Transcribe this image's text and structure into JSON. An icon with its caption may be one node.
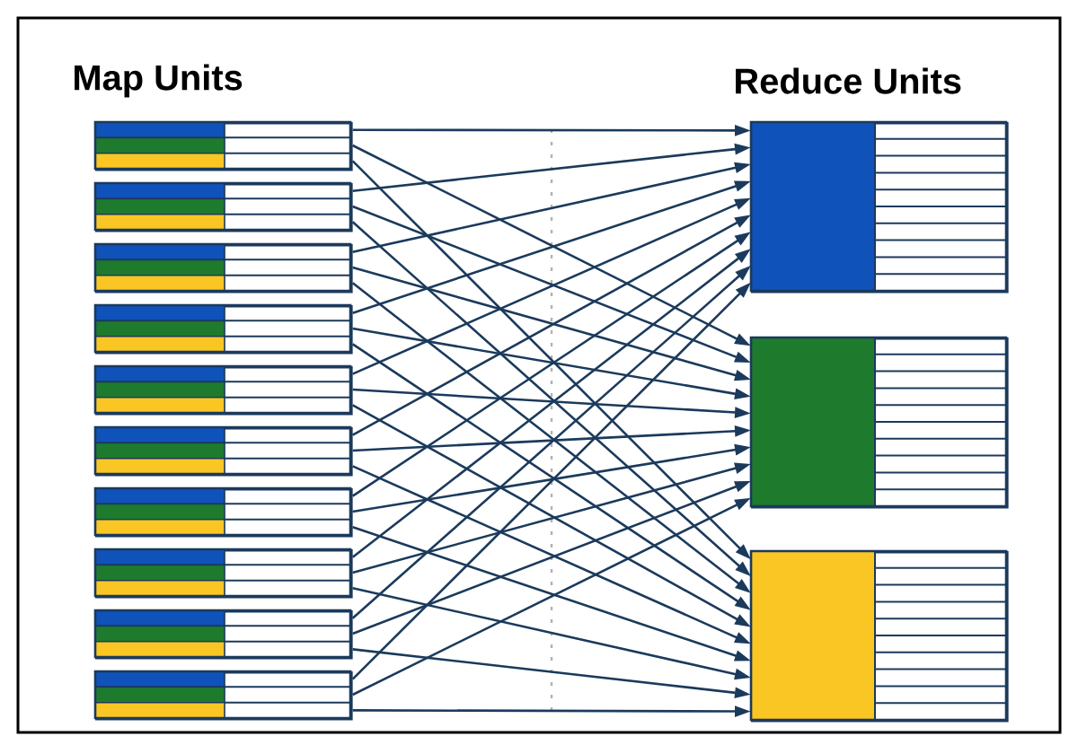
{
  "diagram": {
    "nodes": [
      {
        "text": [],
        "shape": "box"
      },
      {
        "text": [],
        "shape": "box"
      },
      {
        "text": [],
        "shape": "box"
      },
      {
        "text": [],
        "shape": "box"
      },
      {
        "text": [],
        "shape": "box"
      },
      {
        "text": [],
        "shape": "box"
      },
      {
        "text": [],
        "shape": "box"
      },
      {
        "text": [],
        "shape": "box"
      },
      {
        "text": [],
        "shape": "box"
      },
      {
        "text": [],
        "shape": "box"
      },
      {
        "text": [],
        "shape": "box"
      },
      {
        "text": [],
        "shape": "box"
      },
      {
        "text": [],
        "shape": "box"
      }
    ],
    "edges": [
      {
        "from": 0,
        "to": 10,
        "arrow": "to"
      },
      {
        "from": 0,
        "to": 11,
        "arrow": "to"
      },
      {
        "from": 0,
        "to": 12,
        "arrow": "to"
      },
      {
        "from": 1,
        "to": 10,
        "arrow": "to"
      },
      {
        "from": 1,
        "to": 11,
        "arrow": "to"
      },
      {
        "from": 1,
        "to": 12,
        "arrow": "to"
      },
      {
        "from": 2,
        "to": 10,
        "arrow": "to"
      },
      {
        "from": 2,
        "to": 11,
        "arrow": "to"
      },
      {
        "from": 2,
        "to": 12,
        "arrow": "to"
      },
      {
        "from": 3,
        "to": 10,
        "arrow": "to"
      },
      {
        "from": 3,
        "to": 11,
        "arrow": "to"
      },
      {
        "from": 3,
        "to": 12,
        "arrow": "to"
      },
      {
        "from": 4,
        "to": 10,
        "arrow": "to"
      },
      {
        "from": 4,
        "to": 11,
        "arrow": "to"
      },
      {
        "from": 4,
        "to": 12,
        "arrow": "to"
      },
      {
        "from": 5,
        "to": 10,
        "arrow": "to"
      },
      {
        "from": 5,
        "to": 11,
        "arrow": "to"
      },
      {
        "from": 5,
        "to": 12,
        "arrow": "to"
      },
      {
        "from": 6,
        "to": 10,
        "arrow": "to"
      },
      {
        "from": 6,
        "to": 11,
        "arrow": "to"
      },
      {
        "from": 6,
        "to": 12,
        "arrow": "to"
      },
      {
        "from": 7,
        "to": 10,
        "arrow": "to"
      },
      {
        "from": 7,
        "to": 11,
        "arrow": "to"
      },
      {
        "from": 7,
        "to": 12,
        "arrow": "to"
      },
      {
        "from": 8,
        "to": 10,
        "arrow": "to"
      },
      {
        "from": 8,
        "to": 11,
        "arrow": "to"
      },
      {
        "from": 8,
        "to": 12,
        "arrow": "to"
      },
      {
        "from": 9,
        "to": 10,
        "arrow": "to"
      },
      {
        "from": 9,
        "to": 11,
        "arrow": "to"
      },
      {
        "from": 9,
        "to": 12,
        "arrow": "to"
      }
    ],
    "labels": [
      "Map Units",
      "Reduce Units"
    ]
  }
}
